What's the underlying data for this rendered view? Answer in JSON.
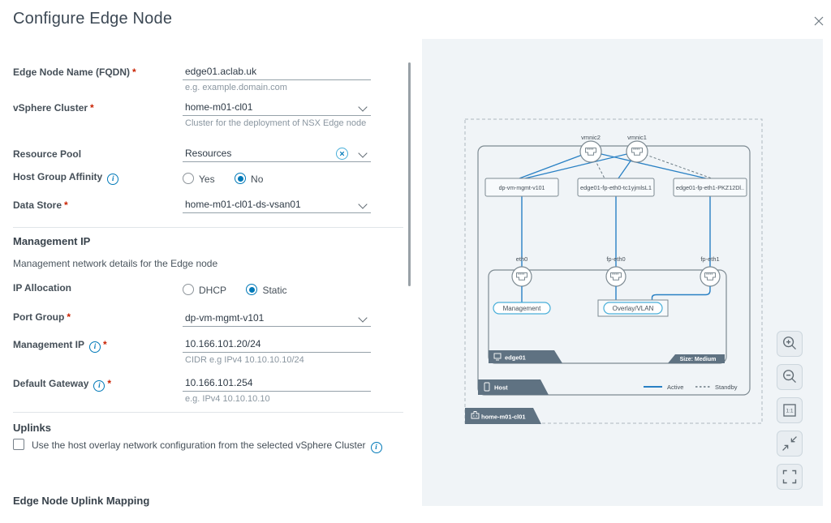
{
  "colors": {
    "accent": "#0079b8",
    "active_line": "#2880c4",
    "standby_line": "#6a7a83",
    "tag_bg": "#5f7282",
    "panel_bg": "#f0f4f7"
  },
  "icons": {
    "info_glyph": "i"
  },
  "dialog": {
    "title": "Configure Edge Node"
  },
  "form": {
    "required_marker": "*",
    "edge_node_name": {
      "label": "Edge Node Name (FQDN)",
      "value": "edge01.aclab.uk",
      "hint": "e.g. example.domain.com"
    },
    "vsphere_cluster": {
      "label": "vSphere Cluster",
      "value": "home-m01-cl01",
      "hint": "Cluster for the deployment of NSX Edge node"
    },
    "resource_pool": {
      "label": "Resource Pool",
      "value": "Resources"
    },
    "host_group_affinity": {
      "label": "Host Group Affinity",
      "options": [
        "Yes",
        "No"
      ],
      "selected": "No"
    },
    "data_store": {
      "label": "Data Store",
      "value": "home-m01-cl01-ds-vsan01"
    },
    "management_ip_section": {
      "title": "Management IP",
      "subtitle": "Management network details for the Edge node"
    },
    "ip_allocation": {
      "label": "IP Allocation",
      "options": [
        "DHCP",
        "Static"
      ],
      "selected": "Static"
    },
    "port_group": {
      "label": "Port Group",
      "value": "dp-vm-mgmt-v101"
    },
    "management_ip": {
      "label": "Management IP",
      "value": "10.166.101.20/24",
      "hint": "CIDR e.g IPv4 10.10.10.10/24"
    },
    "default_gateway": {
      "label": "Default Gateway",
      "value": "10.166.101.254",
      "hint": "e.g. IPv4 10.10.10.10"
    },
    "uplinks_section": {
      "title": "Uplinks",
      "checkbox_label": "Use the host overlay network configuration from the selected vSphere Cluster",
      "checked": false
    },
    "uplink_mapping_section": {
      "title": "Edge Node Uplink Mapping"
    }
  },
  "diagram": {
    "host_nics": [
      "vmnic2",
      "vmnic1"
    ],
    "port_groups": [
      "dp-vm-mgmt-v101",
      "edge01-fp-eth0-tc1yjmlsL1",
      "edge01-fp-eth1-PKZ12Dl.."
    ],
    "edge_nics": [
      "eth0",
      "fp-eth0",
      "fp-eth1"
    ],
    "management_pill": "Management",
    "overlay_pill": "Overlay/VLAN",
    "vm_tag": "edge01",
    "size_tag": "Size: Medium",
    "host_tag": "Host",
    "cluster_tag": "home-m01-cl01",
    "legend": {
      "active": "Active",
      "standby": "Standby"
    },
    "toolbar": {
      "one_to_one": "1:1"
    }
  }
}
